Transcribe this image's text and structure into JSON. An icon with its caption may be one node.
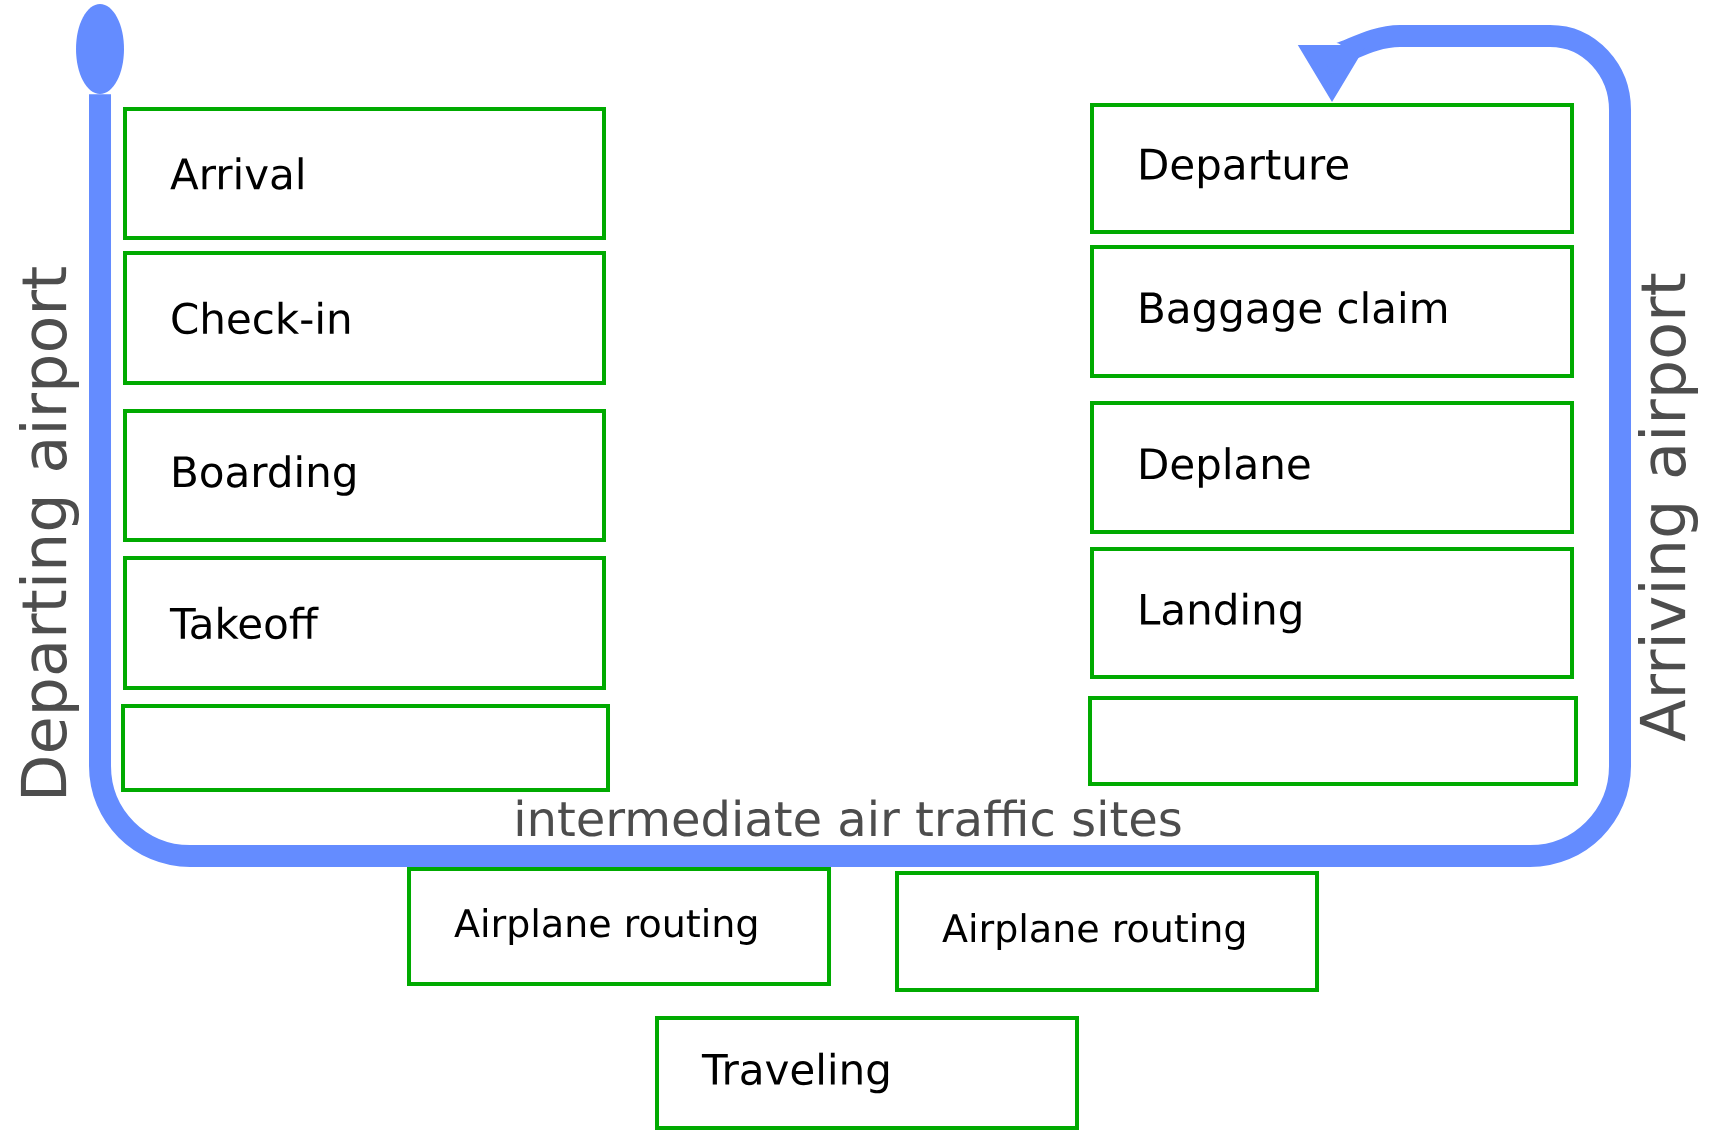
{
  "diagram": {
    "nodes": [
      {
        "text": [],
        "shape": "ellipse"
      },
      {
        "text": [
          "Arrival"
        ]
      },
      {
        "text": [
          "Check-in"
        ]
      },
      {
        "text": [
          "Boarding"
        ]
      },
      {
        "text": [
          "Takeoff"
        ]
      },
      {
        "text": [],
        "shape": "box"
      },
      {
        "text": [
          "Departure"
        ]
      },
      {
        "text": [
          "Baggage claim"
        ]
      },
      {
        "text": [
          "Deplane"
        ]
      },
      {
        "text": [
          "Landing"
        ]
      },
      {
        "text": [],
        "shape": "box"
      },
      {
        "text": [
          "Airplane routing"
        ]
      },
      {
        "text": [
          "Airplane routing"
        ]
      },
      {
        "text": [
          "Traveling"
        ]
      }
    ],
    "edges": [
      {
        "from": 0,
        "to": 6,
        "arrow": "to",
        "color": "#648cff"
      }
    ],
    "labels": [
      "Departing airport",
      "Arriving airport",
      "intermediate air traffic sites"
    ]
  }
}
